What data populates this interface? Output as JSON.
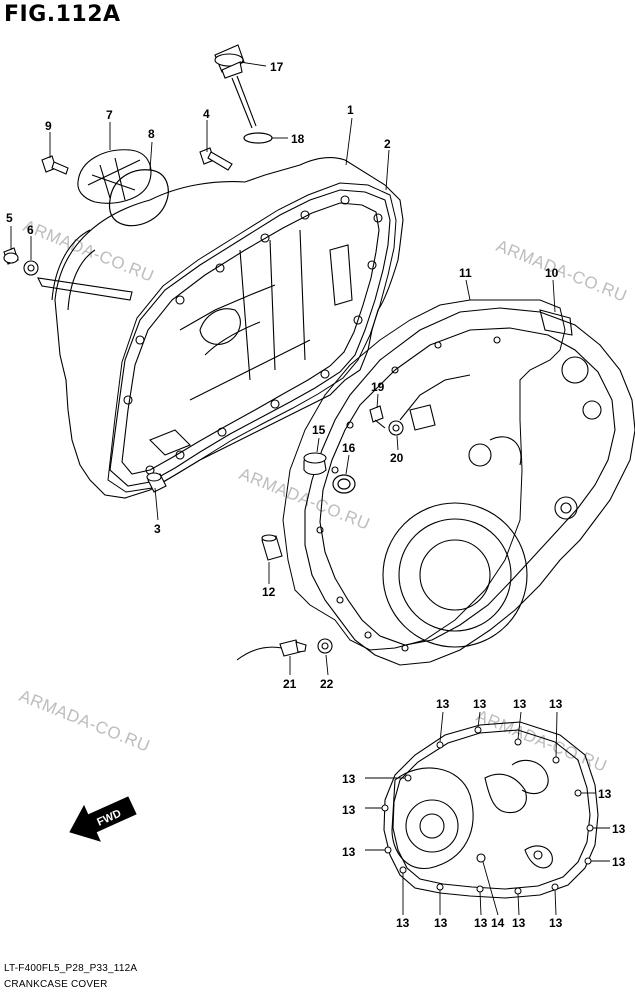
{
  "figure": {
    "title": "FIG.112A",
    "code": "LT-F400FL5_P28_P33_112A",
    "caption": "CRANKCASE COVER"
  },
  "watermark": "ARMADA-CO.RU",
  "fwd_label": "FWD",
  "callouts": [
    "1",
    "2",
    "3",
    "4",
    "5",
    "6",
    "7",
    "8",
    "9",
    "10",
    "11",
    "12",
    "13",
    "14",
    "15",
    "16",
    "17",
    "18",
    "19",
    "20",
    "21",
    "22"
  ]
}
